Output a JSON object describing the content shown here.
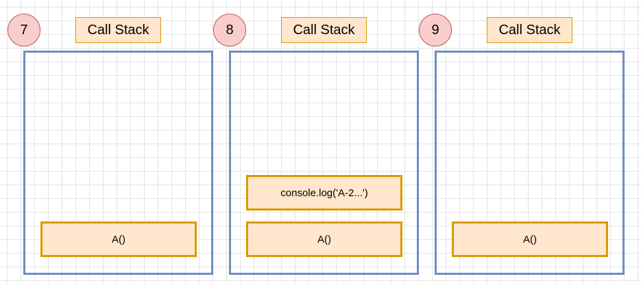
{
  "panels": [
    {
      "step": "7",
      "title": "Call Stack",
      "frames": [
        "A()"
      ]
    },
    {
      "step": "8",
      "title": "Call Stack",
      "frames": [
        "A()",
        "console.log('A-2...')"
      ]
    },
    {
      "step": "9",
      "title": "Call Stack",
      "frames": [
        "A()"
      ]
    }
  ]
}
